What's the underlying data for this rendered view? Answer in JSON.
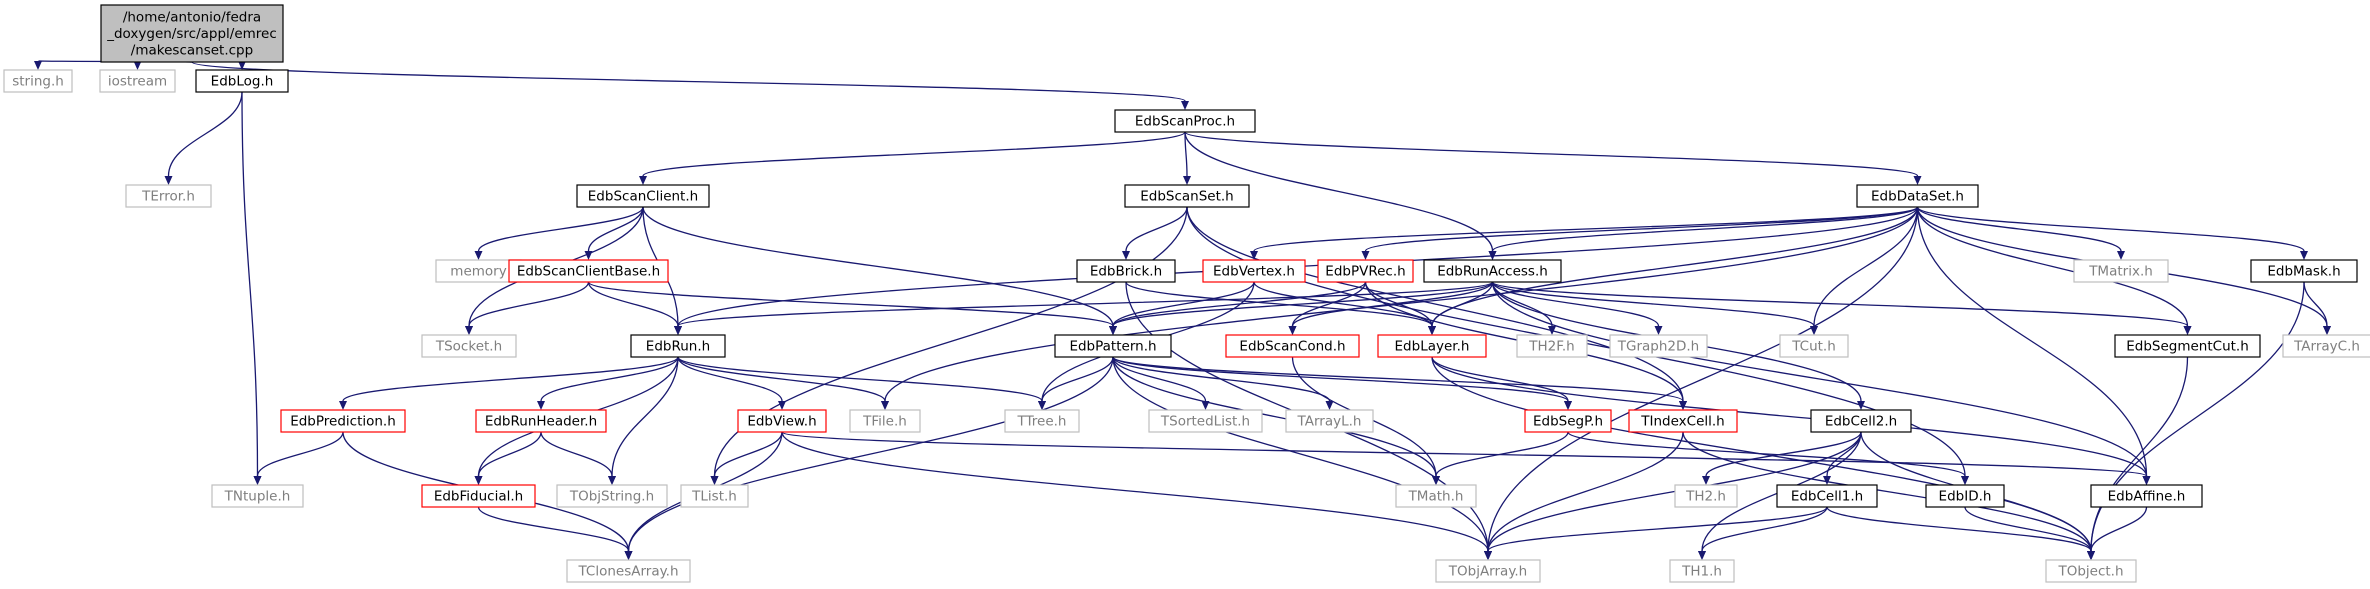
{
  "nodes": [
    {
      "id": "root",
      "lines": [
        "/home/antonio/fedra",
        "_doxygen/src/appl/emrec",
        "/makescanset.cpp"
      ],
      "kind": "root"
    },
    {
      "id": "string",
      "lines": [
        "string.h"
      ],
      "kind": "ext"
    },
    {
      "id": "iostream",
      "lines": [
        "iostream"
      ],
      "kind": "ext"
    },
    {
      "id": "edblog",
      "lines": [
        "EdbLog.h"
      ],
      "kind": "doc"
    },
    {
      "id": "edbscanproc",
      "lines": [
        "EdbScanProc.h"
      ],
      "kind": "doc"
    },
    {
      "id": "terror",
      "lines": [
        "TError.h"
      ],
      "kind": "ext"
    },
    {
      "id": "edbscanclient",
      "lines": [
        "EdbScanClient.h"
      ],
      "kind": "doc"
    },
    {
      "id": "edbscanset",
      "lines": [
        "EdbScanSet.h"
      ],
      "kind": "doc"
    },
    {
      "id": "edbdataset",
      "lines": [
        "EdbDataSet.h"
      ],
      "kind": "doc"
    },
    {
      "id": "memory",
      "lines": [
        "memory"
      ],
      "kind": "ext"
    },
    {
      "id": "edbscanclientbase",
      "lines": [
        "EdbScanClientBase.h"
      ],
      "kind": "inc"
    },
    {
      "id": "edbbrick",
      "lines": [
        "EdbBrick.h"
      ],
      "kind": "doc"
    },
    {
      "id": "edbvertex",
      "lines": [
        "EdbVertex.h"
      ],
      "kind": "inc"
    },
    {
      "id": "edbpvrec",
      "lines": [
        "EdbPVRec.h"
      ],
      "kind": "inc"
    },
    {
      "id": "edbrunaccess",
      "lines": [
        "EdbRunAccess.h"
      ],
      "kind": "doc"
    },
    {
      "id": "tmatrix",
      "lines": [
        "TMatrix.h"
      ],
      "kind": "ext"
    },
    {
      "id": "edbmask",
      "lines": [
        "EdbMask.h"
      ],
      "kind": "doc"
    },
    {
      "id": "tsocket",
      "lines": [
        "TSocket.h"
      ],
      "kind": "ext"
    },
    {
      "id": "edbrun",
      "lines": [
        "EdbRun.h"
      ],
      "kind": "doc"
    },
    {
      "id": "edbpattern",
      "lines": [
        "EdbPattern.h"
      ],
      "kind": "doc"
    },
    {
      "id": "edbscancond",
      "lines": [
        "EdbScanCond.h"
      ],
      "kind": "inc"
    },
    {
      "id": "edblayer",
      "lines": [
        "EdbLayer.h"
      ],
      "kind": "inc"
    },
    {
      "id": "th2f",
      "lines": [
        "TH2F.h"
      ],
      "kind": "ext"
    },
    {
      "id": "tgraph2d",
      "lines": [
        "TGraph2D.h"
      ],
      "kind": "ext"
    },
    {
      "id": "tcut",
      "lines": [
        "TCut.h"
      ],
      "kind": "ext"
    },
    {
      "id": "edbsegmentcut",
      "lines": [
        "EdbSegmentCut.h"
      ],
      "kind": "doc"
    },
    {
      "id": "tarrayc",
      "lines": [
        "TArrayC.h"
      ],
      "kind": "ext"
    },
    {
      "id": "edbprediction",
      "lines": [
        "EdbPrediction.h"
      ],
      "kind": "inc"
    },
    {
      "id": "edbrunheader",
      "lines": [
        "EdbRunHeader.h"
      ],
      "kind": "inc"
    },
    {
      "id": "edbview",
      "lines": [
        "EdbView.h"
      ],
      "kind": "inc"
    },
    {
      "id": "tfile",
      "lines": [
        "TFile.h"
      ],
      "kind": "ext"
    },
    {
      "id": "ttree",
      "lines": [
        "TTree.h"
      ],
      "kind": "ext"
    },
    {
      "id": "tsortedlist",
      "lines": [
        "TSortedList.h"
      ],
      "kind": "ext"
    },
    {
      "id": "tarrayl",
      "lines": [
        "TArrayL.h"
      ],
      "kind": "ext"
    },
    {
      "id": "edbsegp",
      "lines": [
        "EdbSegP.h"
      ],
      "kind": "inc"
    },
    {
      "id": "tindexcell",
      "lines": [
        "TIndexCell.h"
      ],
      "kind": "inc"
    },
    {
      "id": "edbcell2",
      "lines": [
        "EdbCell2.h"
      ],
      "kind": "doc"
    },
    {
      "id": "tntuple",
      "lines": [
        "TNtuple.h"
      ],
      "kind": "ext"
    },
    {
      "id": "edbfiducial",
      "lines": [
        "EdbFiducial.h"
      ],
      "kind": "inc"
    },
    {
      "id": "tobjstring",
      "lines": [
        "TObjString.h"
      ],
      "kind": "ext"
    },
    {
      "id": "tlist",
      "lines": [
        "TList.h"
      ],
      "kind": "ext"
    },
    {
      "id": "tmath",
      "lines": [
        "TMath.h"
      ],
      "kind": "ext"
    },
    {
      "id": "th2",
      "lines": [
        "TH2.h"
      ],
      "kind": "ext"
    },
    {
      "id": "edbcell1",
      "lines": [
        "EdbCell1.h"
      ],
      "kind": "doc"
    },
    {
      "id": "edbid",
      "lines": [
        "EdbID.h"
      ],
      "kind": "doc"
    },
    {
      "id": "edbaffine",
      "lines": [
        "EdbAffine.h"
      ],
      "kind": "doc"
    },
    {
      "id": "tclonesarray",
      "lines": [
        "TClonesArray.h"
      ],
      "kind": "ext"
    },
    {
      "id": "tobjarray",
      "lines": [
        "TObjArray.h"
      ],
      "kind": "ext"
    },
    {
      "id": "th1",
      "lines": [
        "TH1.h"
      ],
      "kind": "ext"
    },
    {
      "id": "tobject",
      "lines": [
        "TObject.h"
      ],
      "kind": "ext"
    }
  ],
  "edges": [
    [
      "root",
      "string"
    ],
    [
      "root",
      "iostream"
    ],
    [
      "root",
      "edblog"
    ],
    [
      "root",
      "edbscanproc"
    ],
    [
      "edblog",
      "terror"
    ],
    [
      "edblog",
      "tntuple"
    ],
    [
      "edbscanproc",
      "edbscanclient"
    ],
    [
      "edbscanproc",
      "edbscanset"
    ],
    [
      "edbscanproc",
      "edbdataset"
    ],
    [
      "edbscanproc",
      "edbrunaccess"
    ],
    [
      "edbscanclient",
      "memory"
    ],
    [
      "edbscanclient",
      "edbscanclientbase"
    ],
    [
      "edbscanclient",
      "tsocket"
    ],
    [
      "edbscanclient",
      "edbrun"
    ],
    [
      "edbscanclient",
      "edbpattern"
    ],
    [
      "edbscanclientbase",
      "tsocket"
    ],
    [
      "edbscanclientbase",
      "edbrun"
    ],
    [
      "edbscanclientbase",
      "edbpattern"
    ],
    [
      "edbscanset",
      "edbbrick"
    ],
    [
      "edbscanset",
      "tlist"
    ],
    [
      "edbscanset",
      "edbid"
    ],
    [
      "edbscanset",
      "tindexcell"
    ],
    [
      "edbbrick",
      "edblayer"
    ],
    [
      "edbbrick",
      "tobjarray"
    ],
    [
      "edbdataset",
      "edbvertex"
    ],
    [
      "edbdataset",
      "edbpvrec"
    ],
    [
      "edbdataset",
      "edbrunaccess"
    ],
    [
      "edbdataset",
      "tmatrix"
    ],
    [
      "edbdataset",
      "edbmask"
    ],
    [
      "edbdataset",
      "edbsegmentcut"
    ],
    [
      "edbdataset",
      "tarrayc"
    ],
    [
      "edbdataset",
      "tcut"
    ],
    [
      "edbdataset",
      "edblayer"
    ],
    [
      "edbdataset",
      "edbaffine"
    ],
    [
      "edbdataset",
      "edbrun"
    ],
    [
      "edbdataset",
      "tfile"
    ],
    [
      "edbdataset",
      "tobjarray"
    ],
    [
      "edbmask",
      "tarrayc"
    ],
    [
      "edbmask",
      "tobject"
    ],
    [
      "edbvertex",
      "edbpattern"
    ],
    [
      "edbvertex",
      "ttree"
    ],
    [
      "edbvertex",
      "edblayer"
    ],
    [
      "edbpvrec",
      "edbpattern"
    ],
    [
      "edbpvrec",
      "edbscancond"
    ],
    [
      "edbpvrec",
      "edblayer"
    ],
    [
      "edbpvrec",
      "tindexcell"
    ],
    [
      "edbrunaccess",
      "edbrun"
    ],
    [
      "edbrunaccess",
      "edbpattern"
    ],
    [
      "edbrunaccess",
      "edbscancond"
    ],
    [
      "edbrunaccess",
      "edblayer"
    ],
    [
      "edbrunaccess",
      "th2f"
    ],
    [
      "edbrunaccess",
      "tgraph2d"
    ],
    [
      "edbrunaccess",
      "tcut"
    ],
    [
      "edbrunaccess",
      "edbsegmentcut"
    ],
    [
      "edbrunaccess",
      "edbcell2"
    ],
    [
      "edbrunaccess",
      "edbaffine"
    ],
    [
      "edbrun",
      "edbprediction"
    ],
    [
      "edbrun",
      "edbrunheader"
    ],
    [
      "edbrun",
      "edbfiducial"
    ],
    [
      "edbrun",
      "tobjstring"
    ],
    [
      "edbrun",
      "edbview"
    ],
    [
      "edbrun",
      "tfile"
    ],
    [
      "edbrun",
      "ttree"
    ],
    [
      "edbprediction",
      "tntuple"
    ],
    [
      "edbprediction",
      "tclonesarray"
    ],
    [
      "edbrunheader",
      "edbfiducial"
    ],
    [
      "edbrunheader",
      "tobjstring"
    ],
    [
      "edbview",
      "tlist"
    ],
    [
      "edbview",
      "tclonesarray"
    ],
    [
      "edbview",
      "tobjarray"
    ],
    [
      "edbview",
      "edbaffine"
    ],
    [
      "edbfiducial",
      "tclonesarray"
    ],
    [
      "edbpattern",
      "ttree"
    ],
    [
      "edbpattern",
      "tsortedlist"
    ],
    [
      "edbpattern",
      "tarrayl"
    ],
    [
      "edbpattern",
      "tmath"
    ],
    [
      "edbpattern",
      "edbsegp"
    ],
    [
      "edbpattern",
      "tindexcell"
    ],
    [
      "edbpattern",
      "tclonesarray"
    ],
    [
      "edbpattern",
      "tobjarray"
    ],
    [
      "edbscancond",
      "tmath"
    ],
    [
      "edblayer",
      "edbsegp"
    ],
    [
      "edblayer",
      "edbaffine"
    ],
    [
      "edblayer",
      "tobject"
    ],
    [
      "edbsegp",
      "tmath"
    ],
    [
      "edbsegp",
      "edbid"
    ],
    [
      "tindexcell",
      "tobjarray"
    ],
    [
      "tindexcell",
      "tobject"
    ],
    [
      "edbcell2",
      "th2"
    ],
    [
      "edbcell2",
      "edbcell1"
    ],
    [
      "edbcell2",
      "th1"
    ],
    [
      "edbcell2",
      "tobjarray"
    ],
    [
      "edbcell2",
      "tobject"
    ],
    [
      "edbcell1",
      "th1"
    ],
    [
      "edbcell1",
      "tobjarray"
    ],
    [
      "edbcell1",
      "tobject"
    ],
    [
      "edbid",
      "tobject"
    ],
    [
      "edbaffine",
      "tobject"
    ],
    [
      "edbsegmentcut",
      "tobject"
    ]
  ]
}
